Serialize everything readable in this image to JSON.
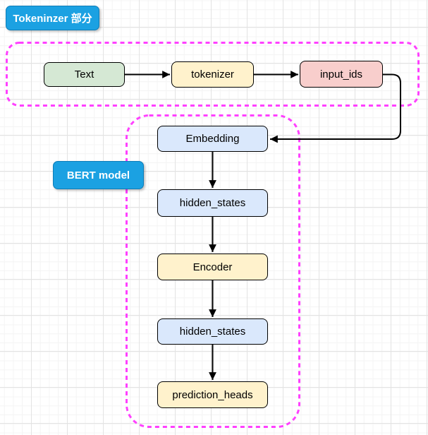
{
  "diagram": {
    "section_labels": {
      "tokenizer": "Tokeninzer 部分",
      "bert": "BERT model"
    },
    "nodes": {
      "text": "Text",
      "tokenizer": "tokenizer",
      "input_ids": "input_ids",
      "embedding": "Embedding",
      "hidden_states_1": "hidden_states",
      "encoder": "Encoder",
      "hidden_states_2": "hidden_states",
      "prediction_heads": "prediction_heads"
    },
    "edges": [
      {
        "from": "Text",
        "to": "tokenizer"
      },
      {
        "from": "tokenizer",
        "to": "input_ids"
      },
      {
        "from": "input_ids",
        "to": "Embedding"
      },
      {
        "from": "Embedding",
        "to": "hidden_states"
      },
      {
        "from": "hidden_states",
        "to": "Encoder"
      },
      {
        "from": "Encoder",
        "to": "hidden_states"
      },
      {
        "from": "hidden_states",
        "to": "prediction_heads"
      }
    ]
  },
  "colors": {
    "accent_blue": "#1BA1E2",
    "accent_blue_border": "#0E7DB8",
    "container_dash": "#FF40FF",
    "node_green_fill": "#D5E8D4",
    "node_green_border": "#82B366",
    "node_yellow_fill": "#FFF2CC",
    "node_yellow_border": "#D6B656",
    "node_red_fill": "#F8CECC",
    "node_red_border": "#B85450",
    "node_blue_fill": "#DAE8FC",
    "node_blue_border": "#6C8EBF",
    "arrow": "#000000"
  }
}
